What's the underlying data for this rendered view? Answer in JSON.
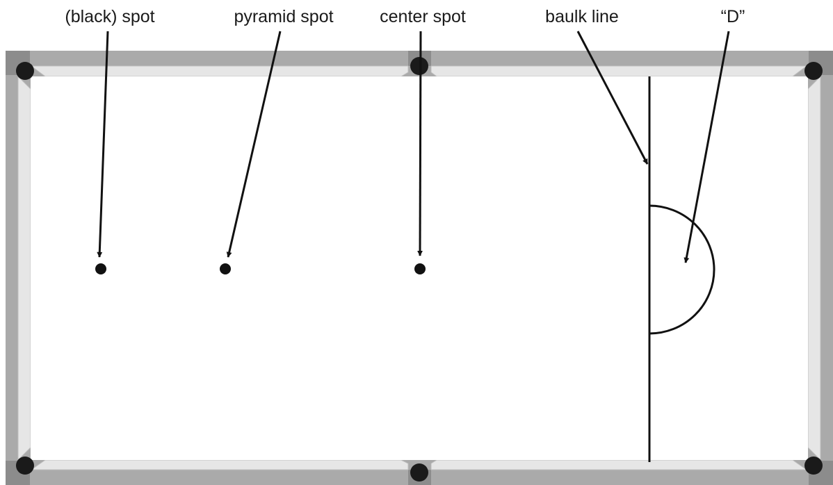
{
  "labels": {
    "black_spot": "(black) spot",
    "pyramid_spot": "pyramid spot",
    "center_spot": "center spot",
    "baulk_line": "baulk line",
    "d": "“D”"
  },
  "colors": {
    "cushion_outer": "#aaaaaa",
    "cushion_dark": "#8c8c8c",
    "cushion_inner": "#e6e6e6",
    "pocket": "#1a1a1a",
    "line": "#111111"
  }
}
